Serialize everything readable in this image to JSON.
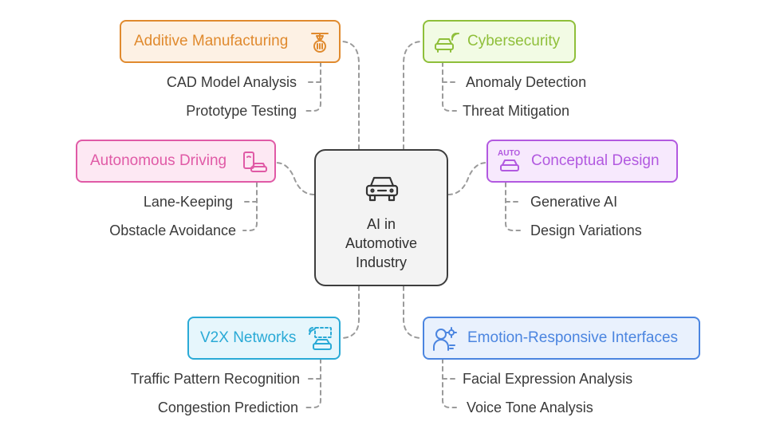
{
  "center": {
    "title": "AI in\nAutomotive\nIndustry",
    "icon": "car-icon"
  },
  "nodes": {
    "additive": {
      "label": "Additive Manufacturing",
      "icon": "3d-printer-icon",
      "color": "#e08a2e",
      "fill": "#fdf1e4",
      "items": [
        "CAD Model Analysis",
        "Prototype Testing"
      ]
    },
    "cyber": {
      "label": "Cybersecurity",
      "icon": "connected-car-icon",
      "color": "#8fbf3a",
      "fill": "#f2fbe4",
      "items": [
        "Anomaly Detection",
        "Threat Mitigation"
      ]
    },
    "autonomous": {
      "label": "Autonomous Driving",
      "icon": "phone-car-icon",
      "color": "#e05aa6",
      "fill": "#fde8f3",
      "items": [
        "Lane-Keeping",
        "Obstacle Avoidance"
      ]
    },
    "conceptual": {
      "label": "Conceptual Design",
      "icon": "auto-car-icon",
      "icon_text": "AUTO",
      "color": "#b259e0",
      "fill": "#f7e9fd",
      "items": [
        "Generative AI",
        "Design Variations"
      ]
    },
    "v2x": {
      "label": "V2X Networks",
      "icon": "network-car-icon",
      "color": "#2aaad6",
      "fill": "#e6f6fc",
      "items": [
        "Traffic Pattern Recognition",
        "Congestion Prediction"
      ]
    },
    "emotion": {
      "label": "Emotion-Responsive Interfaces",
      "icon": "person-gear-icon",
      "color": "#4b85e0",
      "fill": "#e9f1fd",
      "items": [
        "Facial Expression Analysis",
        "Voice Tone Analysis"
      ]
    }
  }
}
